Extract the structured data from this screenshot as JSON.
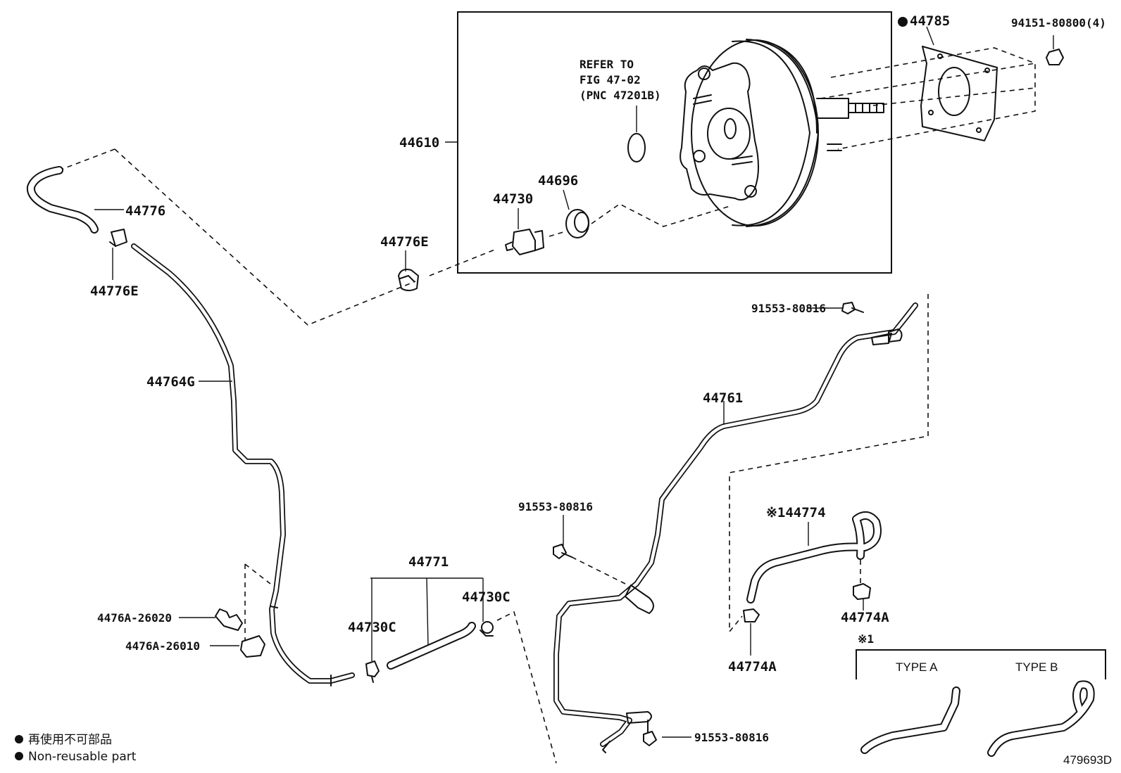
{
  "diagram_id": "479693D",
  "refer_note": {
    "line1": "REFER TO",
    "line2": "FIG 47-02",
    "line3": "(PNC 47201B)"
  },
  "labels": {
    "booster": "44610",
    "gasket": "44785",
    "nut": "94151-80800(4)",
    "check_valve": "44730",
    "grommet": "44696",
    "clip_e_upper": "44776E",
    "hose_upper": "44776",
    "clip_e_left": "44776E",
    "hose_long": "44764G",
    "bolt_top": "91553-80816",
    "pipe": "44761",
    "bolt_mid": "91553-80816",
    "bolt_bottom": "91553-80816",
    "hose_assy": "44771",
    "clip_c_left": "44730C",
    "clip_c_right": "44730C",
    "clamp_26020": "4476A-26020",
    "clamp_26010": "4476A-26010",
    "hose_44774": "※144774",
    "clip_a_right": "44774A",
    "clip_a_left": "44774A"
  },
  "type_box": {
    "mark": "※1",
    "type_a": "TYPE A",
    "type_b": "TYPE B"
  },
  "legend": {
    "jp": "再使用不可部品",
    "en": "Non-reusable part"
  }
}
